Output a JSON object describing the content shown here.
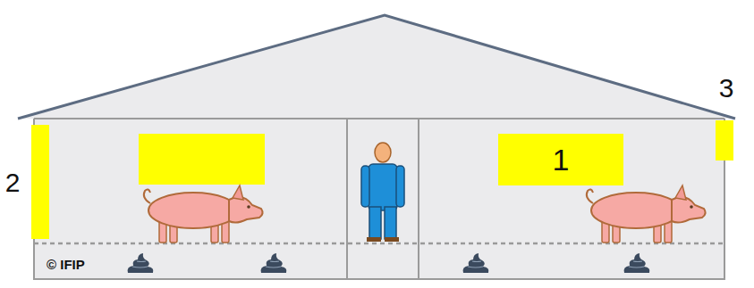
{
  "diagram": {
    "nodes": [
      {
        "text": [
          "1"
        ]
      }
    ],
    "labels": [
      "3",
      "2",
      "© IFIP"
    ]
  }
}
